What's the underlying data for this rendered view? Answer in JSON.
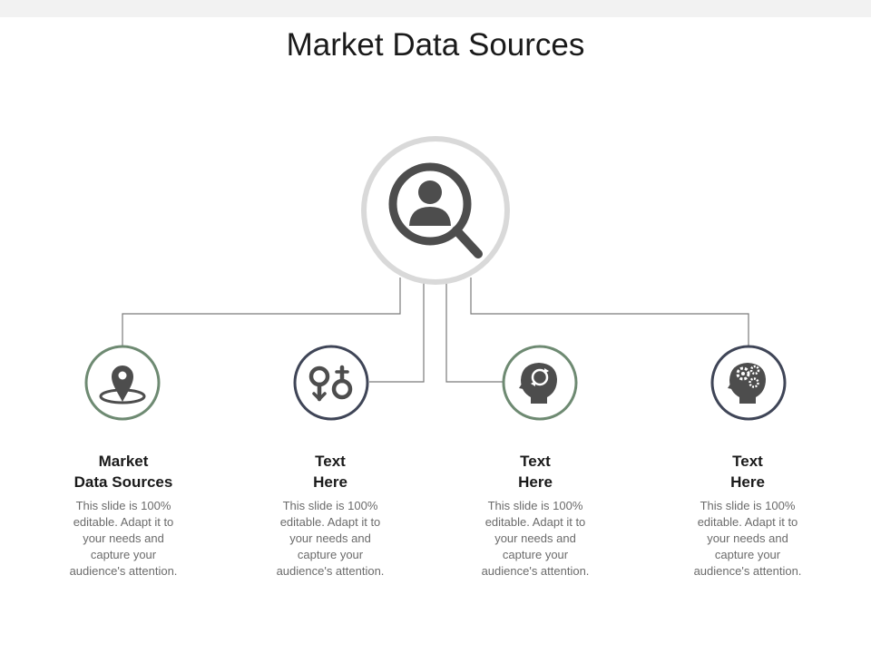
{
  "slide": {
    "title": "Market Data Sources"
  },
  "colors": {
    "connector": "#7a7a7a",
    "icon_fill": "#4d4d4d",
    "ring_green": "#6e8a72",
    "ring_dark": "#3f4557",
    "hub_ring": "#d9d9d9",
    "top_band": "#f2f2f2"
  },
  "hub": {
    "icon": "user-search-icon"
  },
  "items": [
    {
      "icon": "map-pin-icon",
      "ring_color": "green",
      "title_line1": "Market",
      "title_line2": "Data Sources",
      "desc_line1": "This slide is 100%",
      "desc_line2": "editable. Adapt it to",
      "desc_line3": "your needs and",
      "desc_line4": "capture your",
      "desc_line5": "audience's attention."
    },
    {
      "icon": "gender-symbols-icon",
      "ring_color": "dark",
      "title_line1": "Text",
      "title_line2": "Here",
      "desc_line1": "This slide is 100%",
      "desc_line2": "editable. Adapt it to",
      "desc_line3": "your needs and",
      "desc_line4": "capture your",
      "desc_line5": "audience's attention."
    },
    {
      "icon": "head-refresh-icon",
      "ring_color": "green",
      "title_line1": "Text",
      "title_line2": "Here",
      "desc_line1": "This slide is 100%",
      "desc_line2": "editable. Adapt it to",
      "desc_line3": "your needs and",
      "desc_line4": "capture your",
      "desc_line5": "audience's attention."
    },
    {
      "icon": "head-gears-icon",
      "ring_color": "dark",
      "title_line1": "Text",
      "title_line2": "Here",
      "desc_line1": "This slide is 100%",
      "desc_line2": "editable. Adapt it to",
      "desc_line3": "your needs and",
      "desc_line4": "capture your",
      "desc_line5": "audience's attention."
    }
  ]
}
